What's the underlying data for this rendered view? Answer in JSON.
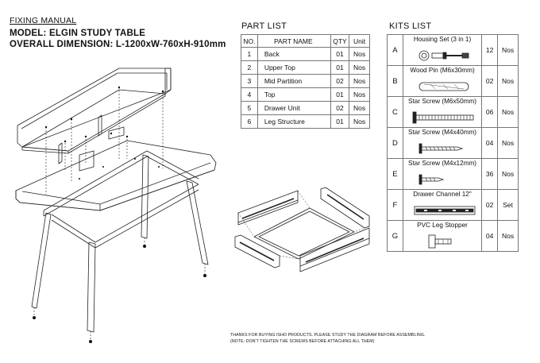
{
  "header": {
    "manual_title": "FIXING MANUAL",
    "model": "MODEL: ELGIN STUDY TABLE",
    "dimension": "OVERALL DIMENSION: L-1200xW-760xH-910mm"
  },
  "part_list": {
    "title": "PART LIST",
    "columns": [
      "NO.",
      "PART NAME",
      "QTY",
      "Unit"
    ],
    "rows": [
      {
        "no": "1",
        "name": "Back",
        "qty": "01",
        "unit": "Nos"
      },
      {
        "no": "2",
        "name": "Upper Top",
        "qty": "01",
        "unit": "Nos"
      },
      {
        "no": "3",
        "name": "Mid Partition",
        "qty": "02",
        "unit": "Nos"
      },
      {
        "no": "4",
        "name": "Top",
        "qty": "01",
        "unit": "Nos"
      },
      {
        "no": "5",
        "name": "Drawer Unit",
        "qty": "02",
        "unit": "Nos"
      },
      {
        "no": "6",
        "name": "Leg Structure",
        "qty": "01",
        "unit": "Nos"
      }
    ]
  },
  "kits_list": {
    "title": "KITS LIST",
    "rows": [
      {
        "letter": "A",
        "name": "Housing Set (3 in 1)",
        "qty": "12",
        "unit": "Nos",
        "icon": "housing-set-icon"
      },
      {
        "letter": "B",
        "name": "Wood Pin (M6x30mm)",
        "qty": "02",
        "unit": "Nos",
        "icon": "wood-pin-icon"
      },
      {
        "letter": "C",
        "name": "Star Screw (M6x50mm)",
        "qty": "06",
        "unit": "Nos",
        "icon": "long-screw-icon"
      },
      {
        "letter": "D",
        "name": "Star Screw (M4x40mm)",
        "qty": "04",
        "unit": "Nos",
        "icon": "medium-screw-icon"
      },
      {
        "letter": "E",
        "name": "Star Screw (M4x12mm)",
        "qty": "36",
        "unit": "Nos",
        "icon": "short-screw-icon"
      },
      {
        "letter": "F",
        "name": "Drawer Channel 12\"",
        "qty": "02",
        "unit": "Set",
        "icon": "drawer-channel-icon"
      },
      {
        "letter": "G",
        "name": "PVC Leg Stopper",
        "qty": "04",
        "unit": "Nos",
        "icon": "leg-stopper-icon"
      }
    ]
  },
  "footer": {
    "line1": "THANKS FOR BUYING ISHO PRODUCTS. PLEASE STUDY THE DIAGRAM BEFORE ASSEMBLING.",
    "line2": "(NOTE: DON'T TIGHTEN THE SCREWS BEFORE ATTACHING ALL THEM)"
  },
  "colors": {
    "line": "#222222",
    "table_border": "#777777",
    "background": "#ffffff"
  }
}
